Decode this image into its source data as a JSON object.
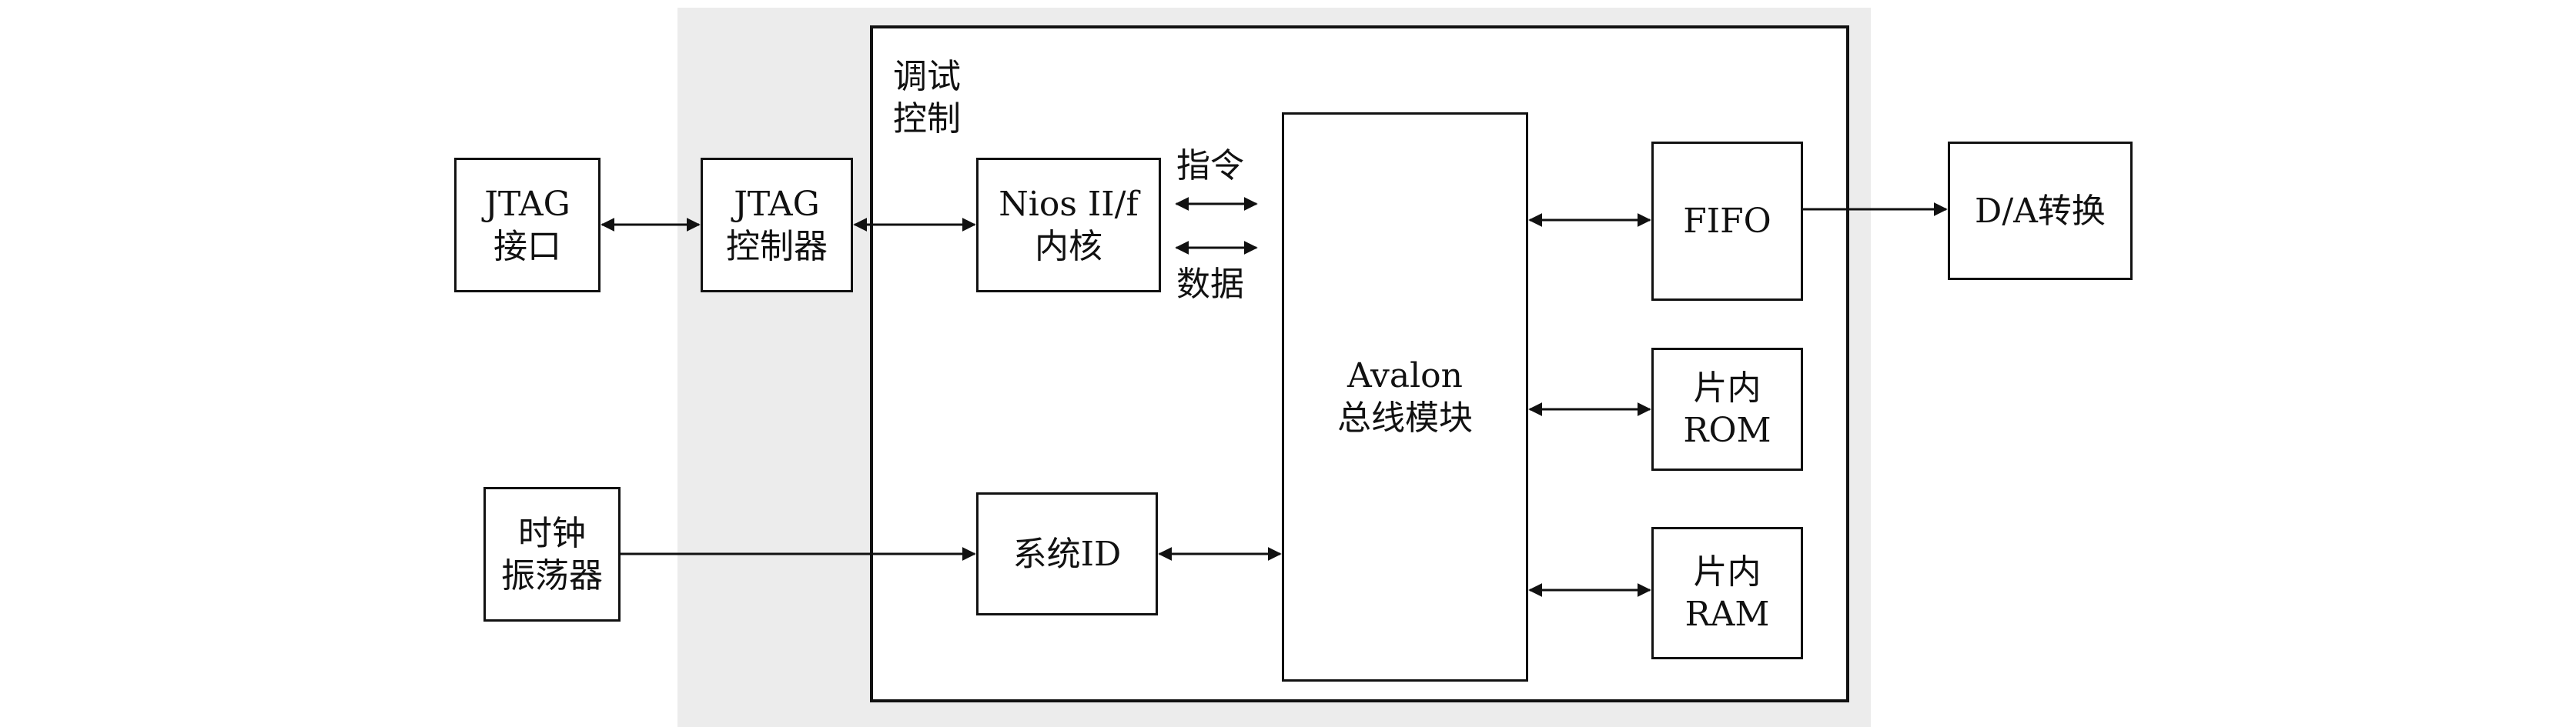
{
  "blocks": {
    "jtag_port": [
      "JTAG",
      "接口"
    ],
    "jtag_controller": [
      "JTAG",
      "控制器"
    ],
    "nios": [
      "Nios II/f",
      "内核"
    ],
    "avalon": [
      "Avalon",
      "总线模块"
    ],
    "fifo": [
      "FIFO"
    ],
    "rom": [
      "片内",
      "ROM"
    ],
    "ram": [
      "片内",
      "RAM"
    ],
    "da": [
      "D/A转换"
    ],
    "clock": [
      "时钟",
      "振荡器"
    ],
    "sysid": [
      "系统ID"
    ]
  },
  "labels": {
    "debug": [
      "调试",
      "控制"
    ],
    "instruction": "指令",
    "data": "数据"
  }
}
